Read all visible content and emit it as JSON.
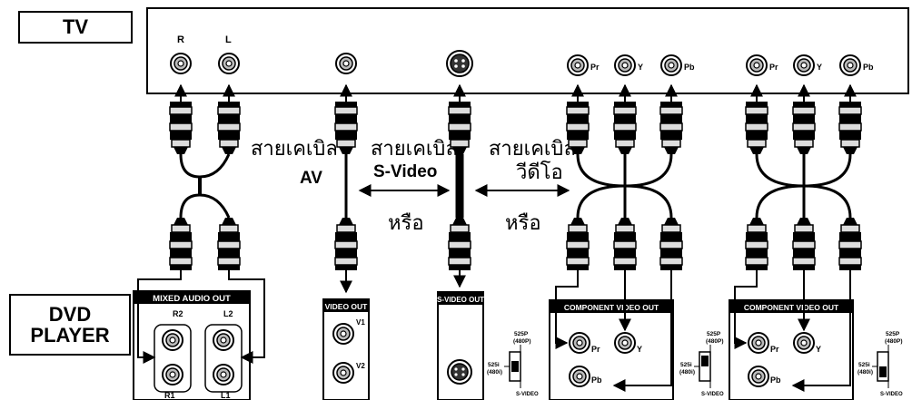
{
  "labels": {
    "tv": "TV",
    "dvd_player_line1": "DVD",
    "dvd_player_line2": "PLAYER"
  },
  "tv_panel": {
    "audio_r": "R",
    "audio_l": "L",
    "component1": [
      "Pr",
      "Y",
      "Pb"
    ],
    "component2": [
      "Pr",
      "Y",
      "Pb"
    ]
  },
  "cables": {
    "av_thai": "สายเคเบิล",
    "av_eng": "AV",
    "svideo_thai": "สายเคเบิล",
    "svideo_eng": "S-Video",
    "component_thai_line1": "สายเคเบิล",
    "component_thai_line2": "วีดีโอ",
    "or1": "หรือ",
    "or2": "หรือ"
  },
  "dvd_panels": {
    "mixed_audio_out": "MIXED AUDIO OUT",
    "r2": "R2",
    "l2": "L2",
    "r1": "R1",
    "l1": "L1",
    "video_out": "VIDEO OUT",
    "v1": "V1",
    "v2": "V2",
    "svideo_out": "S-VIDEO OUT",
    "component_video_out": "COMPONENT VIDEO OUT",
    "pr": "Pr",
    "y": "Y",
    "pb": "Pb"
  },
  "switch": {
    "top": "525P",
    "top_sub": "(480P)",
    "left": "525i",
    "left_sub": "(480i)",
    "bottom": "S-VIDEO"
  },
  "colors": {
    "line": "#000000",
    "background": "#ffffff",
    "header_fill": "#000000"
  }
}
